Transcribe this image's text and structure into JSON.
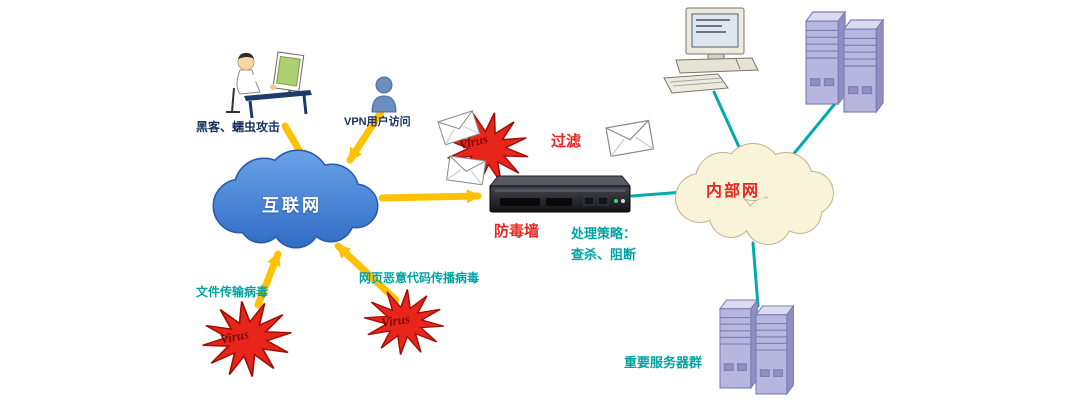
{
  "colors": {
    "arrow_yellow": "#FFC104",
    "link_teal": "#00ABAB",
    "internet_cloud_blue": "#3F7FD6",
    "intranet_cloud_cream": "#F8F3D9",
    "virus_red": "#E8251A",
    "label_red": "#E8251F",
    "label_teal": "#00A3A3",
    "label_navy": "#16335E"
  },
  "labels": {
    "hacker": "黑客、蠕虫攻击",
    "vpn": "VPN用户访问",
    "internet": "互联网",
    "filter": "过滤",
    "firewall": "防毒墙",
    "policy_title": "处理策略：",
    "policy_actions": "查杀、阻断",
    "intranet": "内部网",
    "file_virus": "文件传输病毒",
    "web_virus": "网页恶意代码传播病毒",
    "servers": "重要服务器群",
    "virus_mail": "Virus",
    "virus_file": "Virus",
    "virus_web": "Virus"
  }
}
